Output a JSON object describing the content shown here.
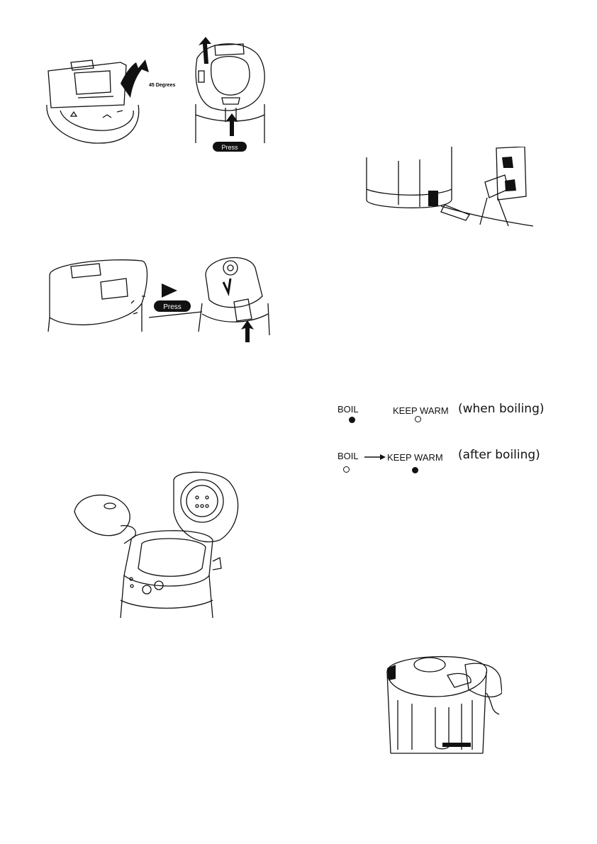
{
  "figures": {
    "open_lid": {
      "angle_label": "45 Degrees",
      "press_label": "Press"
    },
    "close_lid": {
      "press_label": "Press"
    }
  },
  "indicator": {
    "row1": {
      "left_label": "BOIL",
      "right_label": "KEEP WARM",
      "note": "(when boiling)",
      "boil_state": "on",
      "warm_state": "off"
    },
    "row2": {
      "left_label": "BOIL",
      "right_label": "KEEP WARM",
      "note": "(after boiling)",
      "boil_state": "off",
      "warm_state": "on"
    }
  },
  "colors": {
    "ink": "#111111",
    "background": "#ffffff"
  }
}
